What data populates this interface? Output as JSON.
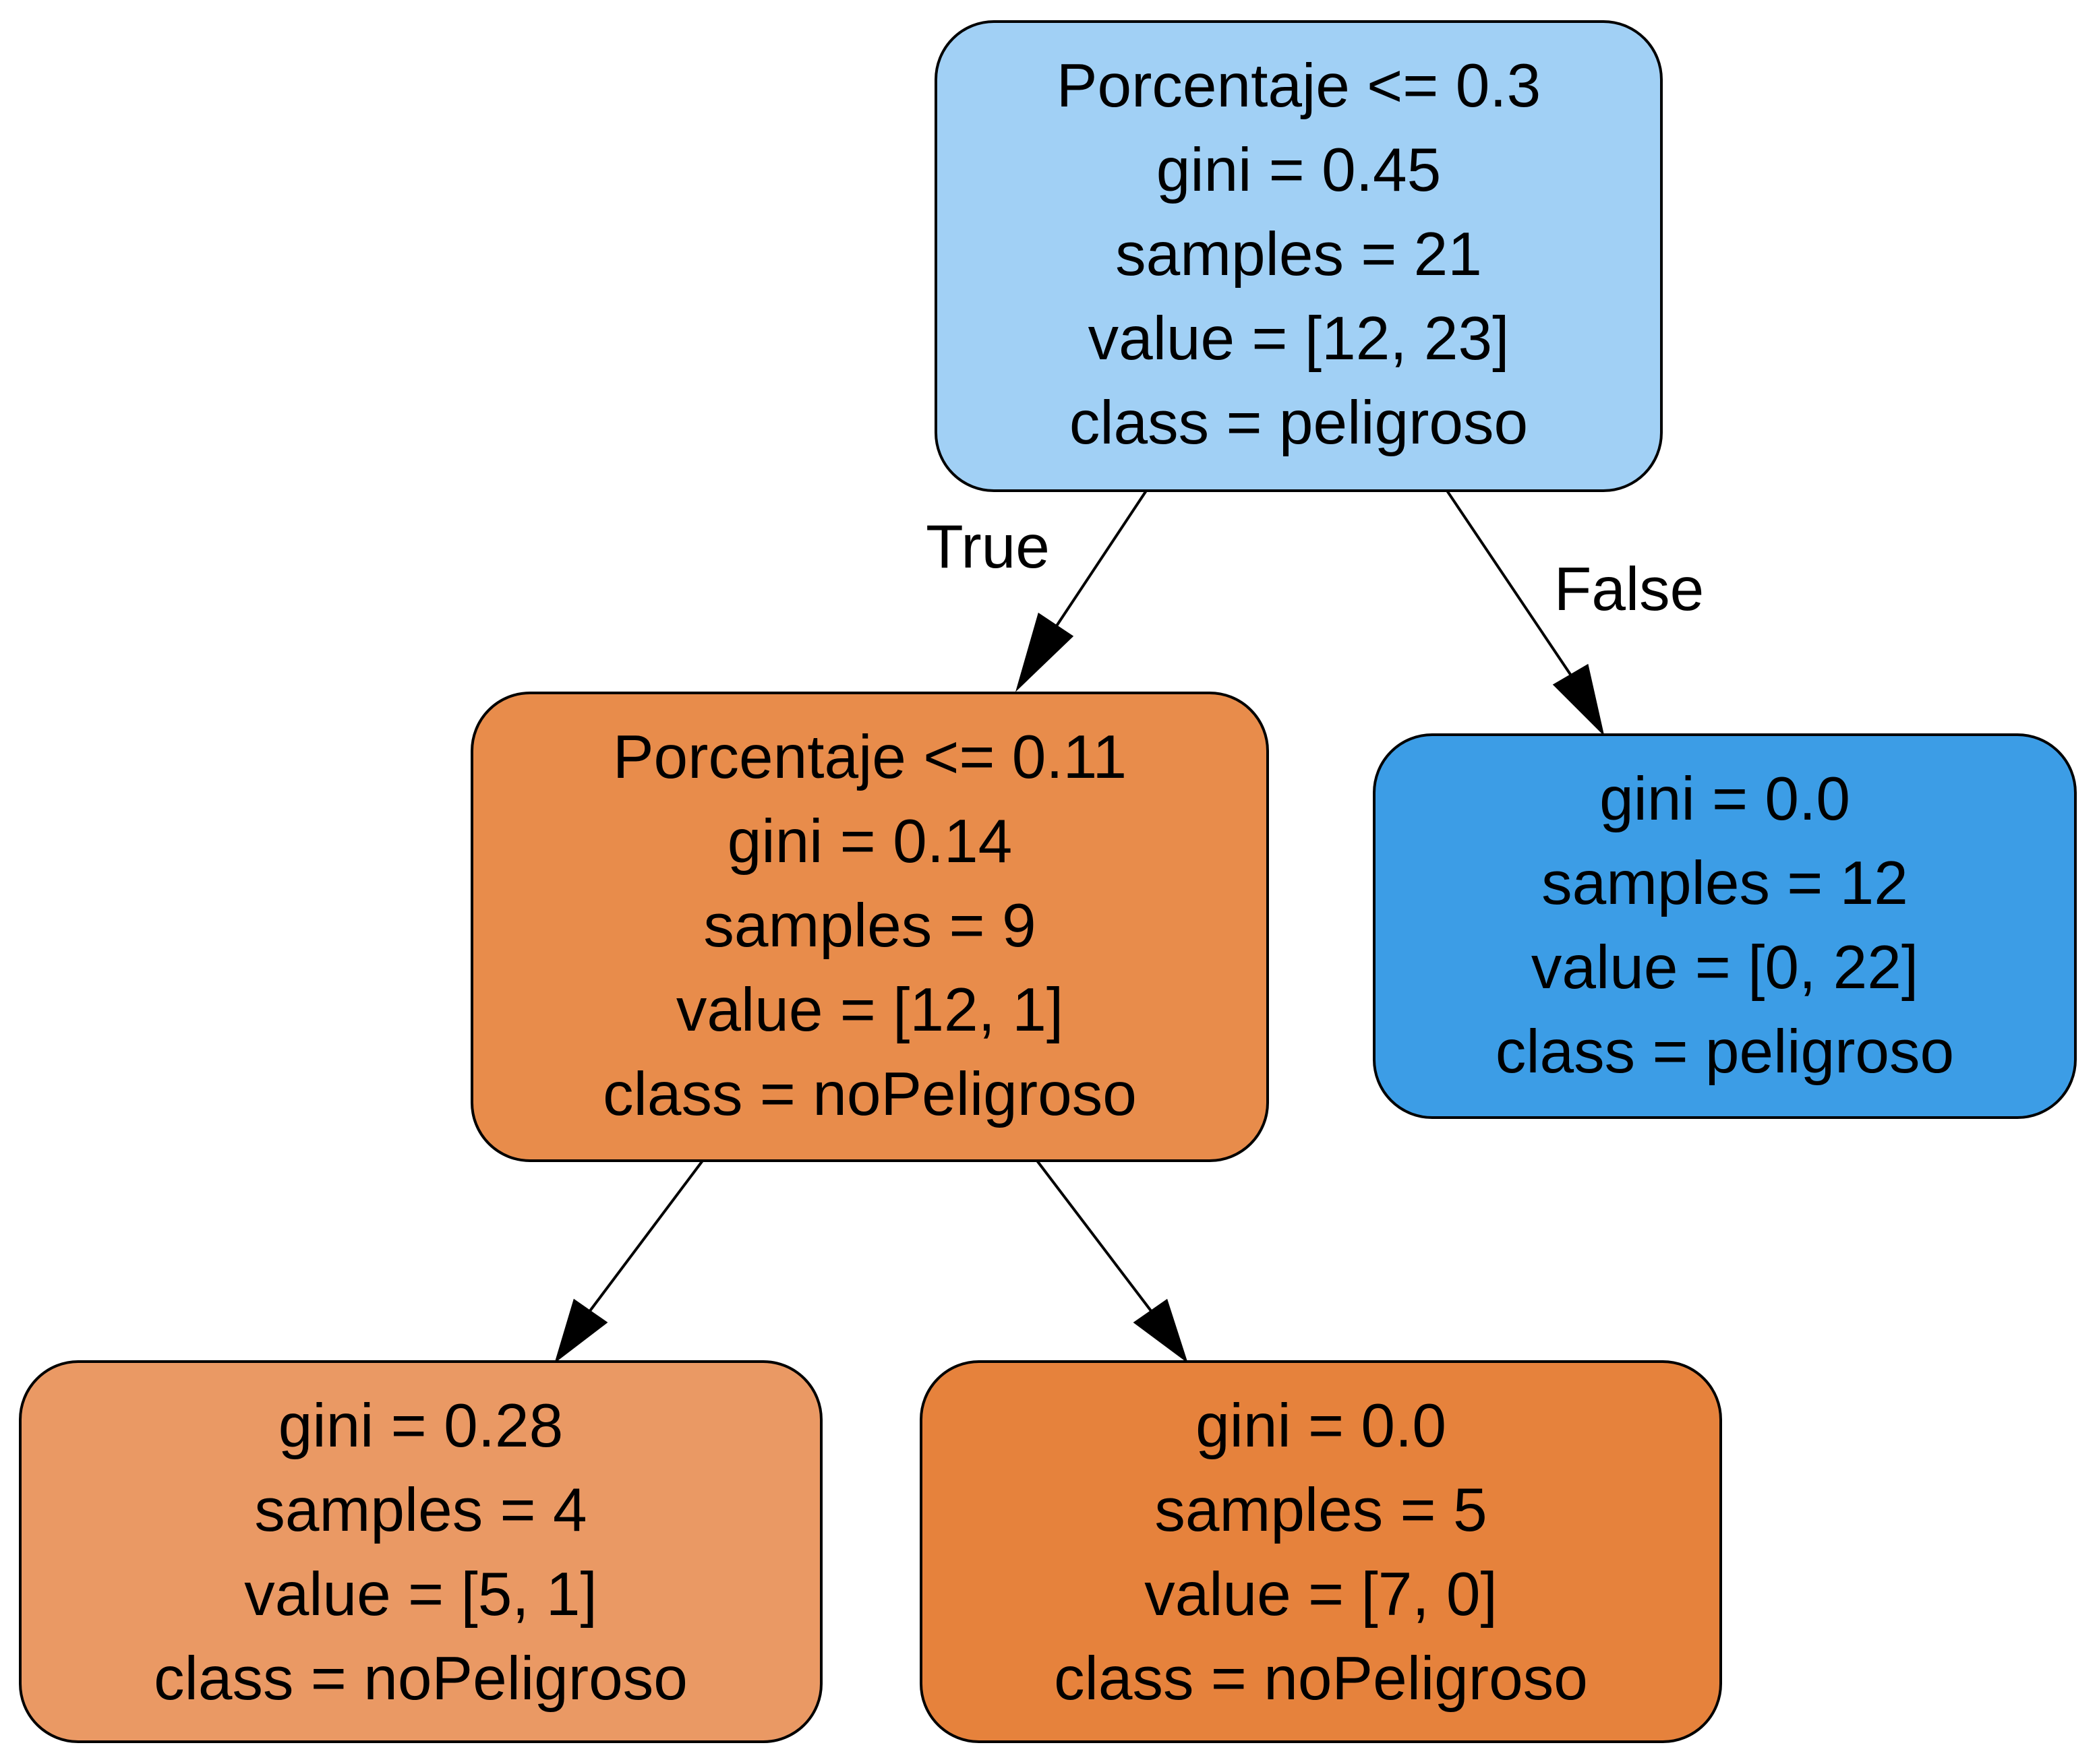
{
  "colors": {
    "root": "#a1d0f5",
    "node_left": "#e88c4b",
    "node_right": "#3c9de6",
    "leaf_left_left": "#ea9964",
    "leaf_left_right": "#e6823c",
    "stroke": "#000000",
    "background": "#ffffff"
  },
  "nodes": {
    "root": {
      "lines": [
        "Porcentaje <= 0.3",
        "gini = 0.45",
        "samples = 21",
        "value = [12, 23]",
        "class = peligroso"
      ]
    },
    "left": {
      "lines": [
        "Porcentaje <= 0.11",
        "gini = 0.14",
        "samples = 9",
        "value = [12, 1]",
        "class = noPeligroso"
      ]
    },
    "right": {
      "lines": [
        "gini = 0.0",
        "samples = 12",
        "value = [0, 22]",
        "class = peligroso"
      ]
    },
    "left_left": {
      "lines": [
        "gini = 0.28",
        "samples = 4",
        "value = [5, 1]",
        "class = noPeligroso"
      ]
    },
    "left_right": {
      "lines": [
        "gini = 0.0",
        "samples = 5",
        "value = [7, 0]",
        "class = noPeligroso"
      ]
    }
  },
  "edges": {
    "true_label": "True",
    "false_label": "False"
  }
}
